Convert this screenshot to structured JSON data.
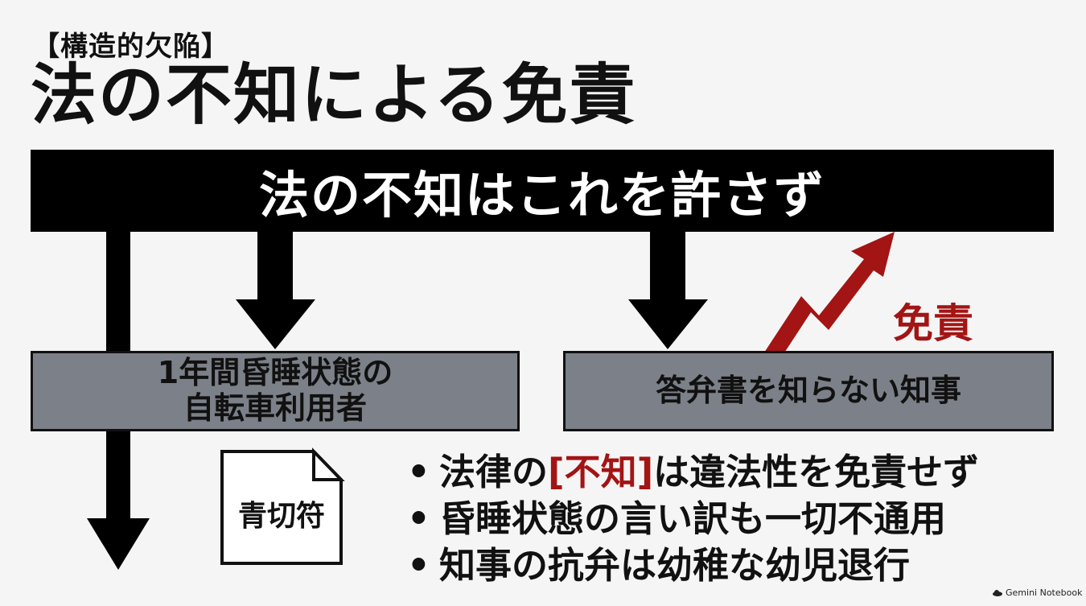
{
  "header": {
    "tag": "【構造的欠陥】",
    "title": "法の不知による免責"
  },
  "banner": {
    "text": "法の不知はこれを許さず"
  },
  "boxes": {
    "left_line1": "1年間昏睡状態の",
    "left_line2": "自転車利用者",
    "right": "答弁書を知らない知事"
  },
  "exemption_label": "免責",
  "document": {
    "label": "青切符",
    "icon": "document-icon"
  },
  "bullets": [
    {
      "before": "法律の",
      "highlight": "[不知]",
      "after": "は違法性を免責せず"
    },
    {
      "before": "昏睡状態の言い訳も一切不通用",
      "highlight": "",
      "after": ""
    },
    {
      "before": "知事の抗弁は幼稚な幼児退行",
      "highlight": "",
      "after": ""
    }
  ],
  "watermark": "Gemini Notebook",
  "colors": {
    "background": "#f5f5f5",
    "banner": "#000000",
    "box": "#7c8088",
    "accent_red": "#a31414"
  }
}
